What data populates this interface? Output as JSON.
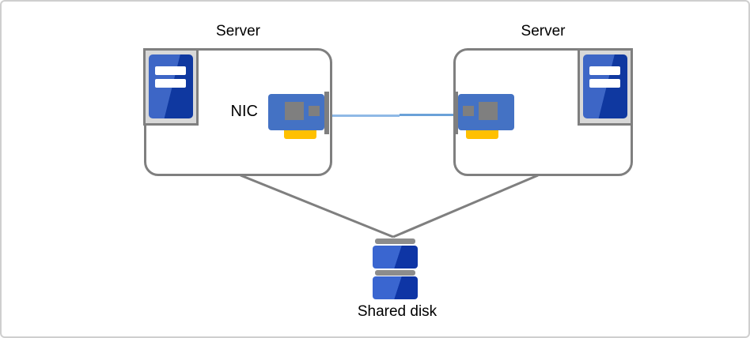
{
  "diagram": {
    "type": "cluster-architecture",
    "nodes": {
      "server_left": {
        "label": "Server",
        "icon": "server-tower-icon"
      },
      "server_right": {
        "label": "Server",
        "icon": "server-tower-icon"
      },
      "nic": {
        "label": "NIC",
        "icon": "network-interface-card-icon"
      },
      "shared_disk": {
        "label": "Shared disk",
        "icon": "disk-stack-icon"
      }
    },
    "edges": [
      {
        "from": "server_left",
        "to": "server_right",
        "via": "NIC interconnect",
        "style": "blue-line"
      },
      {
        "from": "server_left",
        "to": "shared_disk",
        "style": "gray-line"
      },
      {
        "from": "server_right",
        "to": "shared_disk",
        "style": "gray-line"
      }
    ]
  },
  "colors": {
    "canvas_border": "#cfcfcf",
    "box_border": "#7f7f7f",
    "icon_frame_fill": "#d8d8d8",
    "icon_frame_border": "#7f7f7f",
    "tower_blue_light": "#3d66c6",
    "tower_blue_dark": "#0f38a0",
    "nic_card_blue": "#4472c4",
    "nic_chip_gray": "#7f7f7f",
    "nic_notch_gray": "#8c8c8c",
    "nic_bracket_gray": "#7f7f7f",
    "nic_connector_yellow": "#ffc000",
    "link_blue_left": "#8fb9e6",
    "link_blue_right": "#6aa1d8",
    "link_gray": "#7f7f7f",
    "disk_bar_gray": "#8c8c8c",
    "disk_blue_light": "#3a66d0",
    "disk_blue_dark": "#0e35a5",
    "label_color": "#000000"
  }
}
